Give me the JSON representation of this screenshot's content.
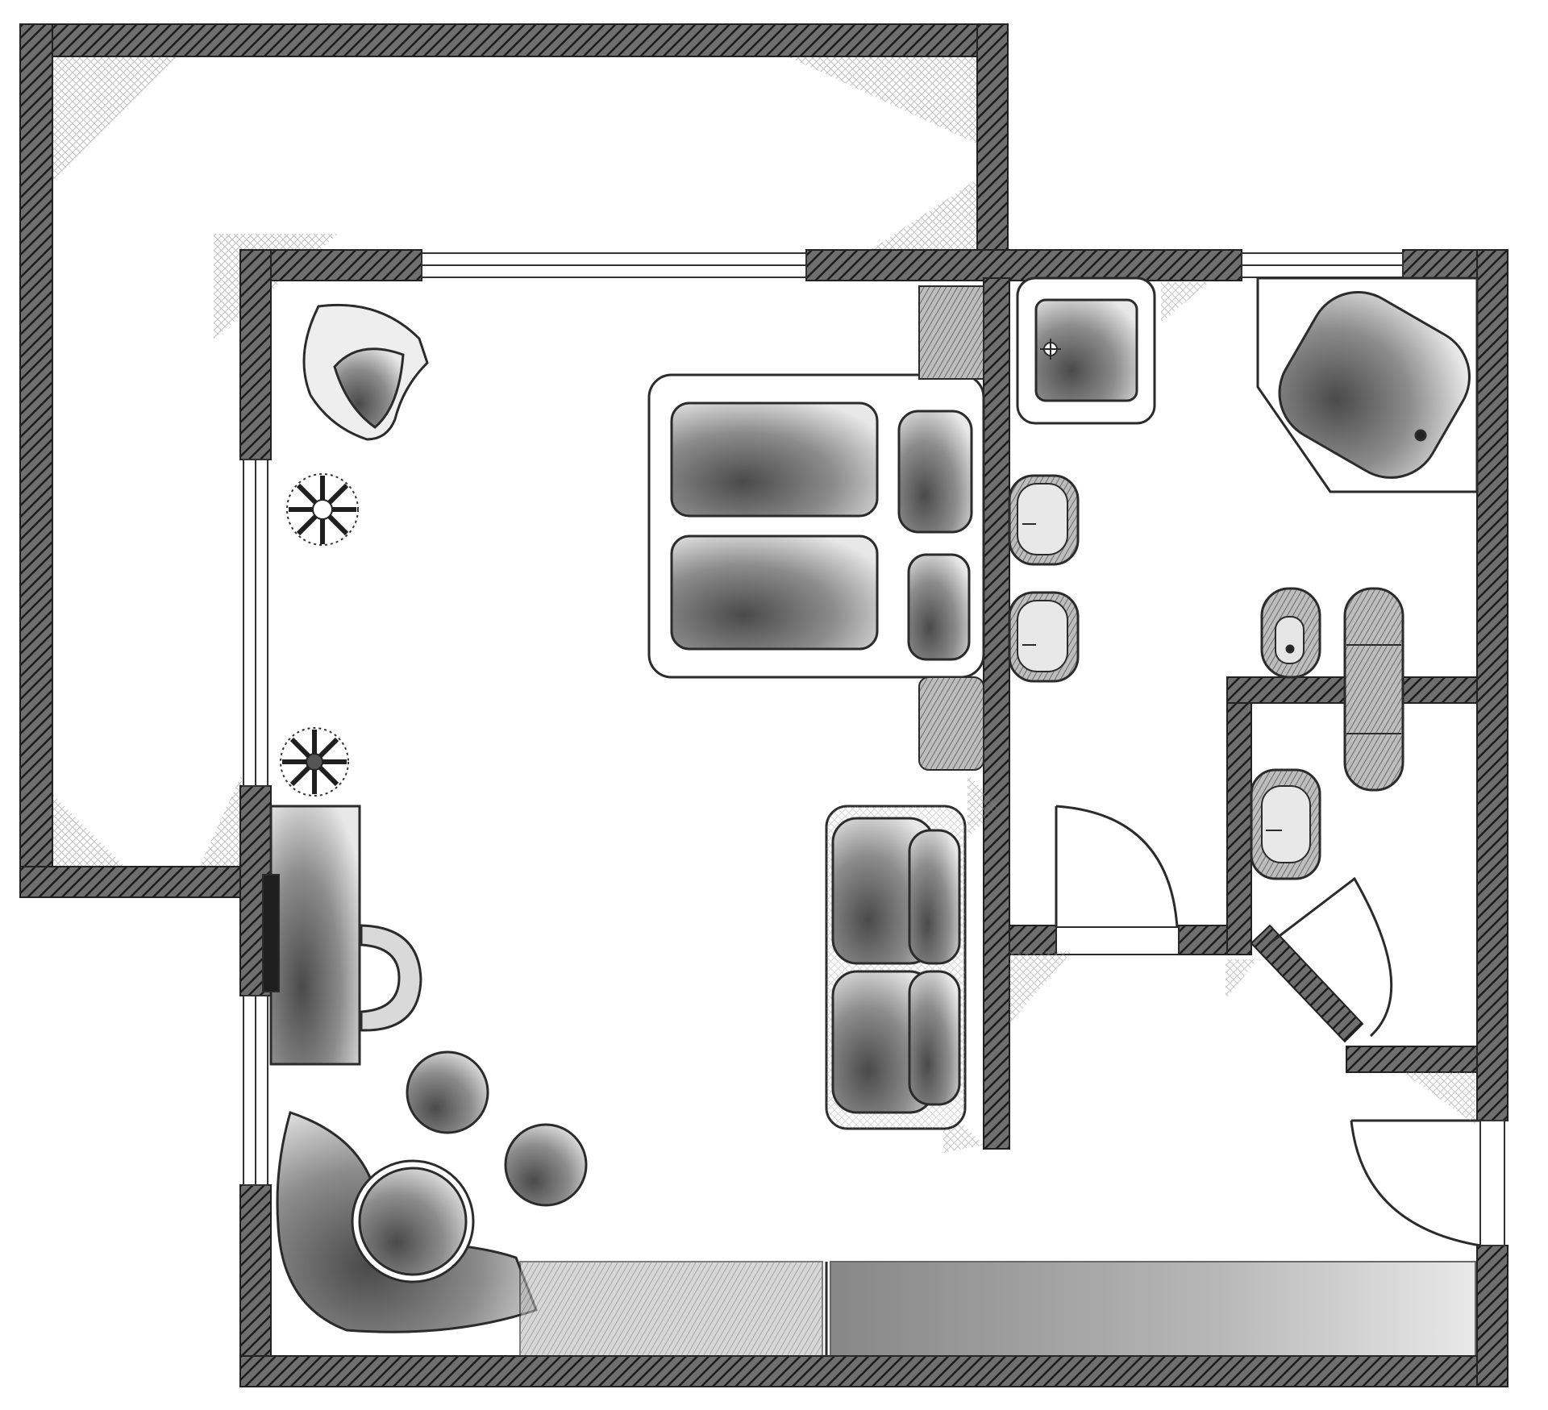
{
  "drawing": {
    "style": "pencil-sketch",
    "colors": {
      "paper": "#ffffff",
      "graphite": "#2b2b2b",
      "shade": "#8a8a8a",
      "light_shade": "#c4c4c4"
    }
  },
  "rooms": [
    {
      "name": "terrace"
    },
    {
      "name": "living-bedroom"
    },
    {
      "name": "bathroom"
    },
    {
      "name": "wc"
    },
    {
      "name": "entrance-hall"
    }
  ],
  "furniture": [
    {
      "name": "lounge-armchair"
    },
    {
      "name": "potted-plant"
    },
    {
      "name": "double-bed"
    },
    {
      "name": "two-seat-sofa"
    },
    {
      "name": "desk"
    },
    {
      "name": "desk-chair"
    },
    {
      "name": "curved-sofa"
    },
    {
      "name": "round-table"
    },
    {
      "name": "round-stool"
    },
    {
      "name": "wardrobe"
    }
  ],
  "fixtures": [
    {
      "name": "shower-tray"
    },
    {
      "name": "bathtub"
    },
    {
      "name": "washbasin"
    },
    {
      "name": "bidet"
    },
    {
      "name": "toilet"
    }
  ]
}
